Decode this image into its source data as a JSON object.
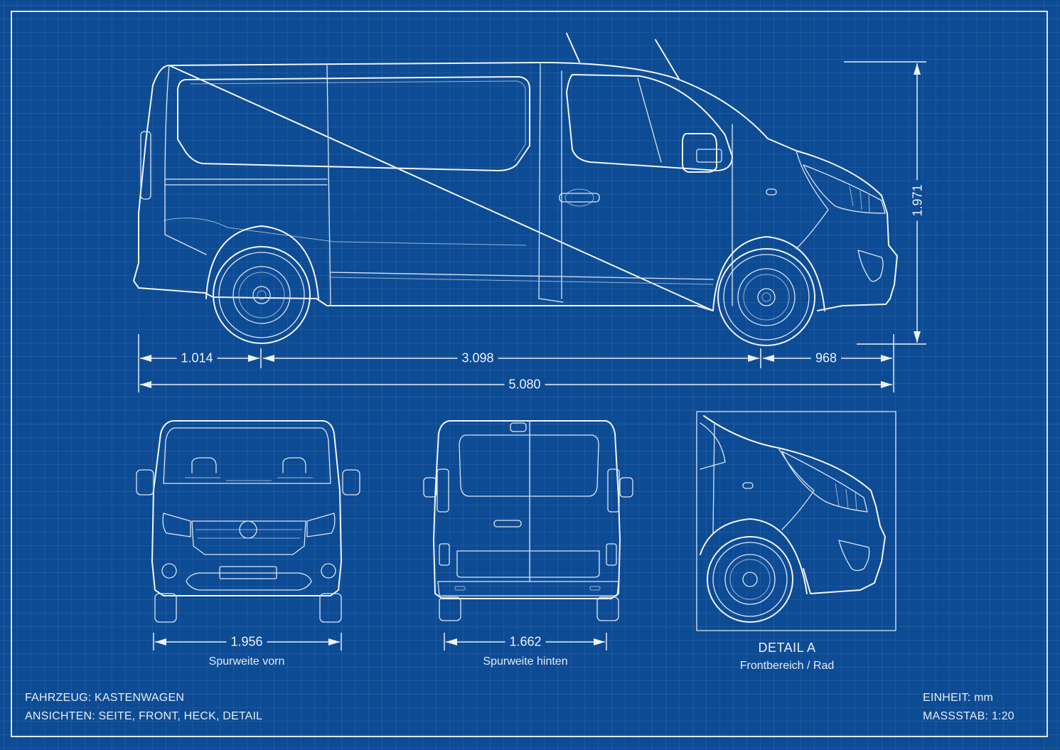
{
  "sheet": {
    "background_color": "#0d4b94",
    "line_color": "#f2f5fb",
    "grid": "on"
  },
  "side_view": {
    "dimensions": {
      "overhang_rear": "1.014",
      "wheelbase": "3.098",
      "overhang_front": "968",
      "overall_length": "5.080",
      "height": "1.971"
    }
  },
  "front_view": {
    "dimension": "1.956",
    "caption": "Spurweite vorn"
  },
  "rear_view": {
    "dimension": "1.662",
    "caption": "Spurweite hinten"
  },
  "detail_view": {
    "title": "DETAIL A",
    "caption": "Frontbereich / Rad"
  },
  "title_block": {
    "left": {
      "line1": "FAHRZEUG: KASTENWAGEN",
      "line2": "ANSICHTEN: SEITE, FRONT, HECK, DETAIL"
    },
    "right": {
      "line1": "EINHEIT: mm",
      "line2": "MASSSTAB: 1:20"
    }
  }
}
